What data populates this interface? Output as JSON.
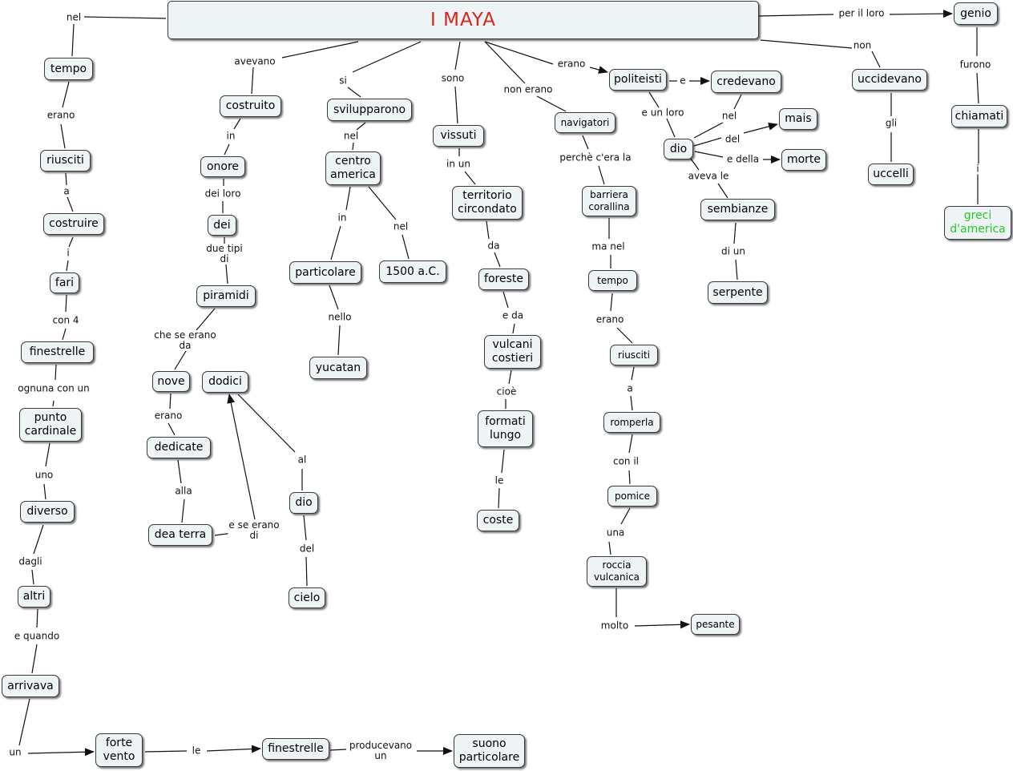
{
  "title": "I MAYA",
  "colors": {
    "title_text": "#d9241c",
    "highlight_text": "#22cc22",
    "node_fill": "#eef3f6",
    "line": "#111111"
  },
  "nodes": [
    {
      "id": "maya",
      "text": "I MAYA"
    },
    {
      "id": "genio",
      "text": "genio"
    },
    {
      "id": "chiamati",
      "text": "chiamati"
    },
    {
      "id": "greci",
      "text": "greci\nd'america"
    },
    {
      "id": "uccidevano",
      "text": "uccidevano"
    },
    {
      "id": "uccelli",
      "text": "uccelli"
    },
    {
      "id": "politeisti",
      "text": "politeisti"
    },
    {
      "id": "credevano",
      "text": "credevano"
    },
    {
      "id": "dio_main",
      "text": "dio"
    },
    {
      "id": "mais",
      "text": "mais"
    },
    {
      "id": "morte",
      "text": "morte"
    },
    {
      "id": "sembianze",
      "text": "sembianze"
    },
    {
      "id": "serpente",
      "text": "serpente"
    },
    {
      "id": "navigatori",
      "text": "navigatori"
    },
    {
      "id": "barriera",
      "text": "barriera\ncorallina"
    },
    {
      "id": "tempo2",
      "text": "tempo"
    },
    {
      "id": "riusciti2",
      "text": "riusciti"
    },
    {
      "id": "romperla",
      "text": "romperla"
    },
    {
      "id": "pomice",
      "text": "pomice"
    },
    {
      "id": "roccia",
      "text": "roccia\nvulcanica"
    },
    {
      "id": "pesante",
      "text": "pesante"
    },
    {
      "id": "vissuti",
      "text": "vissuti"
    },
    {
      "id": "territorio",
      "text": "territorio\ncircondato"
    },
    {
      "id": "foreste",
      "text": "foreste"
    },
    {
      "id": "vulcani",
      "text": "vulcani\ncostieri"
    },
    {
      "id": "formati",
      "text": "formati\nlungo"
    },
    {
      "id": "coste",
      "text": "coste"
    },
    {
      "id": "svilupparono",
      "text": "svilupparono"
    },
    {
      "id": "centro",
      "text": "centro\namerica"
    },
    {
      "id": "particolare",
      "text": "particolare"
    },
    {
      "id": "a1500",
      "text": "1500 a.C."
    },
    {
      "id": "yucatan",
      "text": "yucatan"
    },
    {
      "id": "costruito",
      "text": "costruito"
    },
    {
      "id": "onore",
      "text": "onore"
    },
    {
      "id": "dei",
      "text": "dei"
    },
    {
      "id": "piramidi",
      "text": "piramidi"
    },
    {
      "id": "nove",
      "text": "nove"
    },
    {
      "id": "dodici",
      "text": "dodici"
    },
    {
      "id": "dedicate",
      "text": "dedicate"
    },
    {
      "id": "deaterra",
      "text": "dea terra"
    },
    {
      "id": "dio2",
      "text": "dio"
    },
    {
      "id": "cielo",
      "text": "cielo"
    },
    {
      "id": "tempo1",
      "text": "tempo"
    },
    {
      "id": "riusciti1",
      "text": "riusciti"
    },
    {
      "id": "costruire",
      "text": "costruire"
    },
    {
      "id": "fari",
      "text": "fari"
    },
    {
      "id": "finestrelle1",
      "text": "finestrelle"
    },
    {
      "id": "punto",
      "text": "punto\ncardinale"
    },
    {
      "id": "diverso",
      "text": "diverso"
    },
    {
      "id": "altri",
      "text": "altri"
    },
    {
      "id": "arrivava",
      "text": "arrivava"
    },
    {
      "id": "forte",
      "text": "forte\nvento"
    },
    {
      "id": "finestrelle2",
      "text": "finestrelle"
    },
    {
      "id": "suono",
      "text": "suono\nparticolare"
    }
  ],
  "labels": [
    {
      "id": "l_perilloro",
      "text": "per il loro"
    },
    {
      "id": "l_furono",
      "text": "furono"
    },
    {
      "id": "l_i1",
      "text": "i"
    },
    {
      "id": "l_non",
      "text": "non"
    },
    {
      "id": "l_gli",
      "text": "gli"
    },
    {
      "id": "l_erano1",
      "text": "erano"
    },
    {
      "id": "l_e",
      "text": "e"
    },
    {
      "id": "l_eunloro",
      "text": "e un loro"
    },
    {
      "id": "l_nel1",
      "text": "nel"
    },
    {
      "id": "l_del1",
      "text": "del"
    },
    {
      "id": "l_edella",
      "text": "e della"
    },
    {
      "id": "l_avevale",
      "text": "aveva le"
    },
    {
      "id": "l_diun",
      "text": "di un"
    },
    {
      "id": "l_nonerano",
      "text": "non erano"
    },
    {
      "id": "l_perche",
      "text": "perchè c'era la"
    },
    {
      "id": "l_manel",
      "text": "ma nel"
    },
    {
      "id": "l_erano2",
      "text": "erano"
    },
    {
      "id": "l_a2",
      "text": "a"
    },
    {
      "id": "l_conil",
      "text": "con il"
    },
    {
      "id": "l_una",
      "text": "una"
    },
    {
      "id": "l_molto",
      "text": "molto"
    },
    {
      "id": "l_sono",
      "text": "sono"
    },
    {
      "id": "l_inun",
      "text": "in un"
    },
    {
      "id": "l_da",
      "text": "da"
    },
    {
      "id": "l_eda",
      "text": "e da"
    },
    {
      "id": "l_cioe",
      "text": "cioè"
    },
    {
      "id": "l_le1",
      "text": "le"
    },
    {
      "id": "l_si",
      "text": "si"
    },
    {
      "id": "l_nel2",
      "text": "nel"
    },
    {
      "id": "l_in2",
      "text": "in"
    },
    {
      "id": "l_nel3",
      "text": "nel"
    },
    {
      "id": "l_nello",
      "text": "nello"
    },
    {
      "id": "l_avevano",
      "text": "avevano"
    },
    {
      "id": "l_in1",
      "text": "in"
    },
    {
      "id": "l_deiloro",
      "text": "dei loro"
    },
    {
      "id": "l_duetipi",
      "text": "due tipi\ndi"
    },
    {
      "id": "l_cheseerano",
      "text": "che se erano\nda"
    },
    {
      "id": "l_erano3",
      "text": "erano"
    },
    {
      "id": "l_alla",
      "text": "alla"
    },
    {
      "id": "l_eseerano",
      "text": "e se erano\ndi"
    },
    {
      "id": "l_al",
      "text": "al"
    },
    {
      "id": "l_del2",
      "text": "del"
    },
    {
      "id": "l_nel0",
      "text": "nel"
    },
    {
      "id": "l_erano0",
      "text": "erano"
    },
    {
      "id": "l_a1",
      "text": "a"
    },
    {
      "id": "l_i2",
      "text": "i"
    },
    {
      "id": "l_con4",
      "text": "con 4"
    },
    {
      "id": "l_ognuna",
      "text": "ognuna con un"
    },
    {
      "id": "l_uno",
      "text": "uno"
    },
    {
      "id": "l_dagli",
      "text": "dagli"
    },
    {
      "id": "l_equando",
      "text": "e quando"
    },
    {
      "id": "l_un",
      "text": "un"
    },
    {
      "id": "l_le2",
      "text": "le"
    },
    {
      "id": "l_producevano",
      "text": "producevano\nun"
    }
  ]
}
